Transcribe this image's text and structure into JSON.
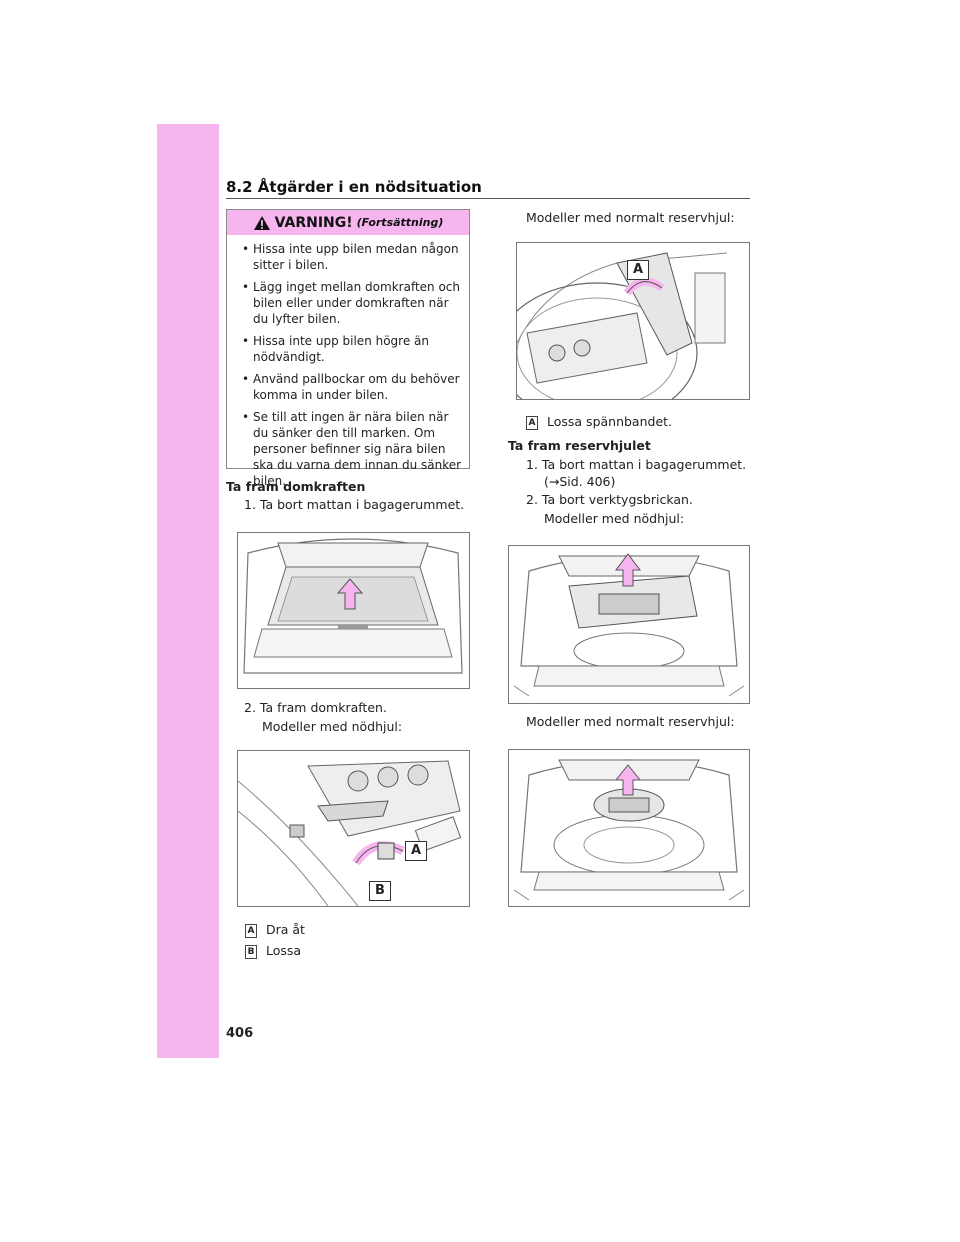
{
  "header": {
    "section": "8.2 Åtgärder i en nödsituation",
    "page_number": "406"
  },
  "warning": {
    "title": "VARNING!",
    "subtitle": "(Fortsättning)",
    "items": [
      "Hissa inte upp bilen medan någon sitter i bilen.",
      "Lägg inget mellan domkraften och bilen eller under domkraften när du lyfter bilen.",
      "Hissa inte upp bilen högre än nödvändigt.",
      "Använd pallbockar om du behöver komma in under bilen.",
      "Se till att ingen är nära bilen när du sänker den till marken. Om personer befinner sig nära bilen ska du varna dem innan du sänker bilen."
    ]
  },
  "left": {
    "jack_heading": "Ta fram domkraften",
    "step1": "1. Ta bort mattan i bagagerummet.",
    "step2": "2. Ta fram domkraften.",
    "model_temp": "Modeller med nödhjul:",
    "fig_label_a": "A",
    "fig_label_b": "B",
    "legend": [
      {
        "key": "A",
        "text": "Dra åt"
      },
      {
        "key": "B",
        "text": "Lossa"
      }
    ]
  },
  "right": {
    "model_full_1": "Modeller med normalt reservhjul:",
    "fig_label_a": "A",
    "legend_a_key": "A",
    "legend_a_text": "Lossa spännbandet.",
    "spare_heading": "Ta fram reservhjulet",
    "step1_line1": "1. Ta bort mattan i bagagerummet.",
    "step1_line2": "(→Sid. 406)",
    "step2": "2. Ta bort verktygsbrickan.",
    "model_temp": "Modeller med nödhjul:",
    "model_full_2": "Modeller med normalt reservhjul:"
  },
  "colors": {
    "sidebar": "#f6b5ef",
    "arrow_fill": "#f6b5ef",
    "arrow_stroke": "#555555"
  }
}
